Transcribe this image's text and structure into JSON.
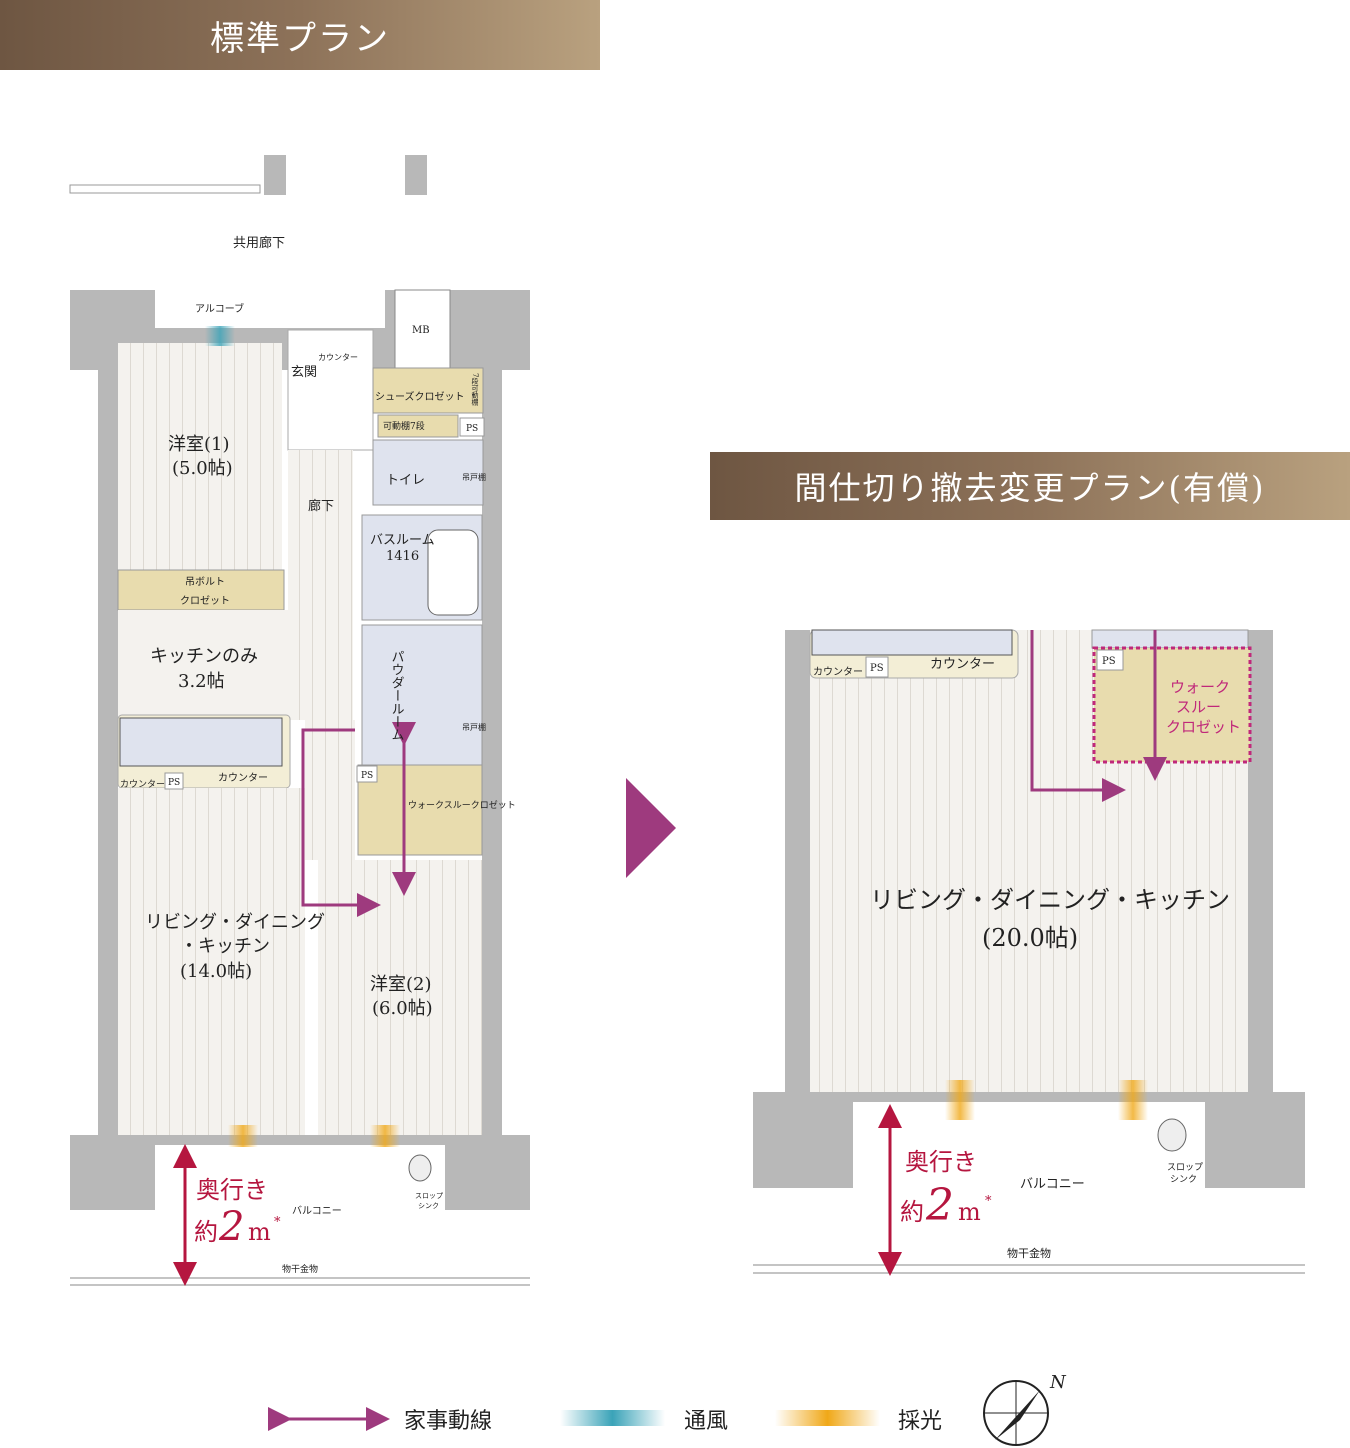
{
  "standard_plan": {
    "title": "標準プラン",
    "labels": {
      "common_corridor": "共用廊下",
      "alcove": "アルコーブ",
      "mb": "MB",
      "entrance_counter": "カウンター",
      "entrance": "玄関",
      "shoes_closet": "シューズクロゼット",
      "shelf7_a": "7段可動棚",
      "shelf7_b": "可動棚7段",
      "ps1": "PS",
      "toilet": "トイレ",
      "hanging_cabinet1": "吊戸棚",
      "corridor": "廊下",
      "room1_name": "洋室(1)",
      "room1_size": "(5.0帖)",
      "hanging_bolt": "吊ボルト",
      "closet": "クロゼット",
      "bathroom": "バスルーム",
      "bath_size": "1416",
      "powder_room": "パウダールーム",
      "hanging_cabinet2": "吊戸棚",
      "kitchen_only": "キッチンのみ",
      "kitchen_size": "3.2帖",
      "counter_a": "カウンター",
      "ps2": "PS",
      "counter_b": "カウンター",
      "ps3": "PS",
      "walk_through_closet": "ウォークスルークロゼット",
      "ldk_name_1": "リビング・ダイニング",
      "ldk_name_2": "・キッチン",
      "ldk_size": "(14.0帖)",
      "room2_name": "洋室(2)",
      "room2_size": "(6.0帖)",
      "depth_label": "奥行き",
      "depth_prefix": "約",
      "depth_value": "2",
      "depth_unit": "m",
      "depth_note": "*",
      "balcony": "バルコニー",
      "slop_sink_1": "スロップ",
      "slop_sink_2": "シンク",
      "drying_hardware": "物干金物"
    }
  },
  "changed_plan": {
    "title": "間仕切り撤去変更プラン(有償)",
    "labels": {
      "counter_a": "カウンター",
      "ps_a": "PS",
      "counter_b": "カウンター",
      "ps_b": "PS",
      "wic_1": "ウォーク",
      "wic_2": "スルー",
      "wic_3": "クロゼット",
      "ldk_name": "リビング・ダイニング・キッチン",
      "ldk_size": "(20.0帖)",
      "depth_label": "奥行き",
      "depth_prefix": "約",
      "depth_value": "2",
      "depth_unit": "m",
      "depth_note": "*",
      "balcony": "バルコニー",
      "slop_sink_1": "スロップ",
      "slop_sink_2": "シンク",
      "drying_hardware": "物干金物"
    }
  },
  "legend": {
    "chore_line": "家事動線",
    "ventilation": "通風",
    "daylight": "採光",
    "compass_north": "N"
  },
  "colors": {
    "chore_line": "#9e3a7e",
    "ventilation": "#3aa3b8",
    "daylight": "#f0a818",
    "wall": "#b8b8b8",
    "floor": "#f4f2ee",
    "closet": "#e8dcae",
    "wet_area": "#dfe3ee"
  }
}
